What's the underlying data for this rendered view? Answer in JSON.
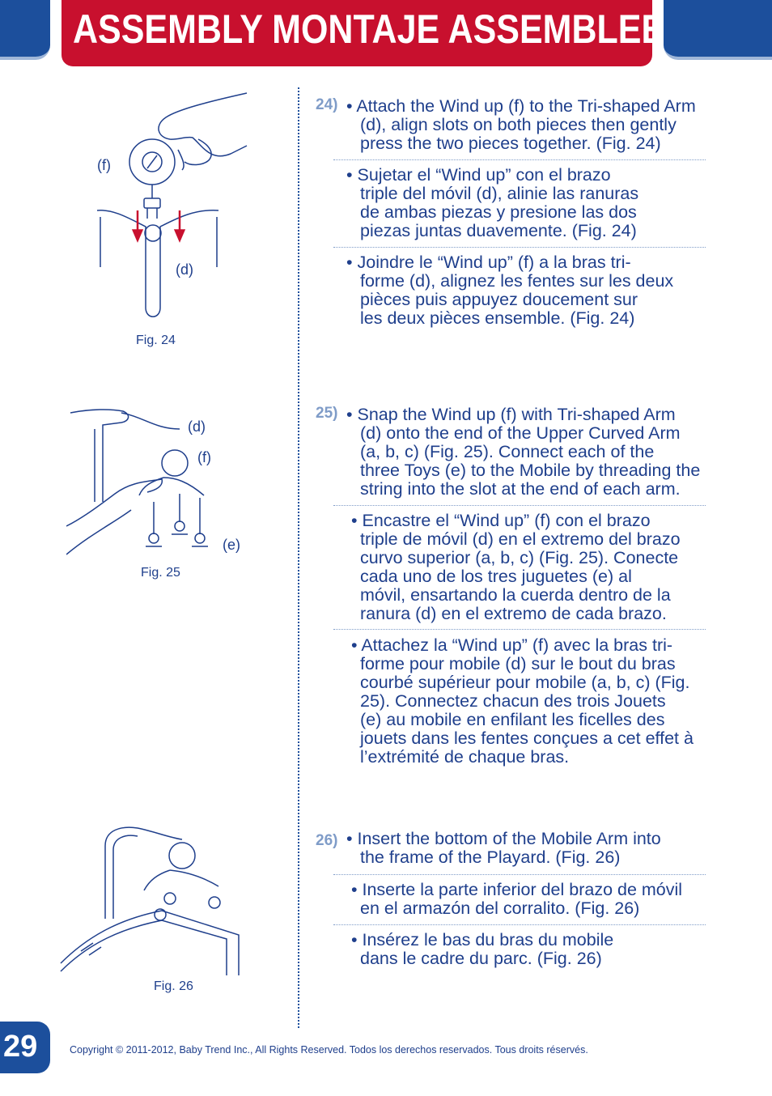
{
  "header": {
    "title": "ASSEMBLY MONTAJE ASSEMBLEE"
  },
  "figures": [
    {
      "caption": "Fig. 24",
      "labels": [
        "(f)",
        "(d)"
      ]
    },
    {
      "caption": "Fig. 25",
      "labels": [
        "(d)",
        "(f)",
        "(e)"
      ]
    },
    {
      "caption": "Fig. 26",
      "labels": []
    }
  ],
  "steps": [
    {
      "number": "24)",
      "en": [
        "• Attach the Wind up (f) to the Tri-shaped Arm",
        "(d), align slots on both pieces then gently",
        "press the two pieces together. (Fig. 24)"
      ],
      "es": [
        "•  Sujetar el “Wind up” con el brazo",
        "triple del móvil (d), alinie las ranuras",
        "de ambas piezas y presione las dos",
        "piezas juntas duavemente. (Fig. 24)"
      ],
      "fr": [
        "• Joindre le “Wind up” (f) a la bras tri-",
        "forme (d), alignez les fentes sur les deux",
        "pièces puis appuyez doucement sur",
        "les deux pièces ensemble. (Fig. 24)"
      ]
    },
    {
      "number": "25)",
      "en": [
        "• Snap the Wind up (f) with Tri-shaped Arm",
        "(d) onto the end of the Upper Curved Arm",
        "(a, b, c) (Fig. 25).  Connect each of the",
        "three Toys (e) to the Mobile by threading the",
        "string into the slot at the end of each arm."
      ],
      "es": [
        "• Encastre el “Wind up” (f) con el brazo",
        "triple de móvil (d) en el extremo del brazo",
        "curvo superior (a, b, c) (Fig. 25).  Conecte",
        "cada uno de los tres juguetes (e) al",
        "móvil, ensartando la cuerda dentro de la",
        "ranura (d) en el extremo de cada brazo."
      ],
      "fr": [
        "• Attachez la “Wind up” (f) avec la bras tri-",
        "forme pour mobile (d) sur le bout du bras",
        "courbé supérieur pour mobile (a, b, c) (Fig.",
        "25). Connectez chacun des trois Jouets",
        "(e) au mobile en enfilant les ficelles des",
        "jouets dans les fentes conçues a cet effet à",
        "l’extrémité de chaque bras."
      ]
    },
    {
      "number": "26)",
      "en": [
        "• Insert the bottom of the Mobile Arm into",
        "the frame of the Playard. (Fig. 26)"
      ],
      "es": [
        "• Inserte la parte inferior del brazo de móvil",
        "en el armazón del corralito.  (Fig. 26)"
      ],
      "fr": [
        "• Insérez le bas du bras du mobile",
        "dans le cadre du parc. (Fig. 26)"
      ]
    }
  ],
  "footer": {
    "page_number": "29",
    "copyright": "Copyright © 2011-2012, Baby Trend Inc., All Rights Reserved. Todos los derechos reservados. Tous droits réservés."
  },
  "colors": {
    "brand_red": "#c8102e",
    "brand_blue": "#1c4f9c",
    "text_blue": "#1f3f8c",
    "step_number": "#7f9cc8"
  }
}
